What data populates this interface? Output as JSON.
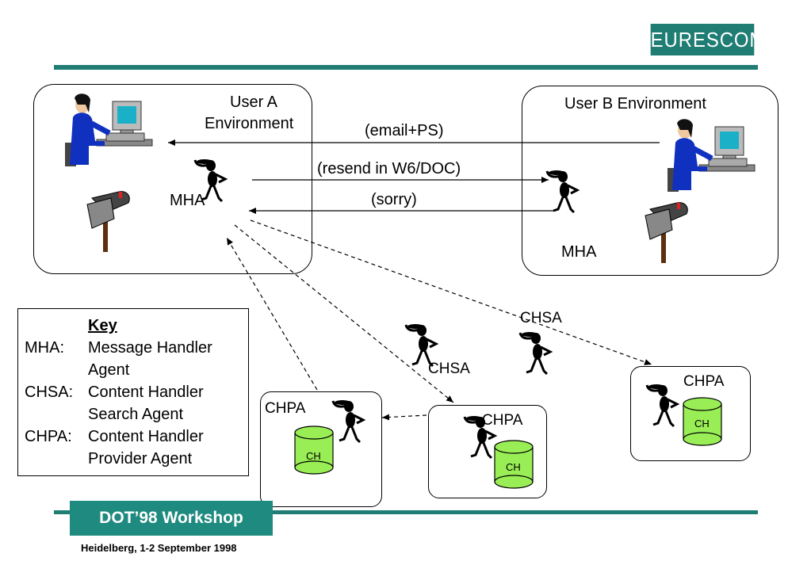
{
  "header": {
    "logo_text": "EURESCOM"
  },
  "user_a": {
    "label_line1": "User A",
    "label_line2": "Environment",
    "agent": "MHA"
  },
  "user_b": {
    "label": "User B Environment",
    "agent": "MHA"
  },
  "messages": {
    "email_ps": "(email+PS)",
    "resend": "(resend in W6/DOC)",
    "sorry": "(sorry)"
  },
  "agents": {
    "chsa_top": "CHSA",
    "chsa_mid": "CHSA"
  },
  "chpa_boxes": [
    {
      "label": "CHPA",
      "store": "CH"
    },
    {
      "label": "CHPA",
      "store": "CH"
    },
    {
      "label": "CHPA",
      "store": "CH"
    }
  ],
  "key": {
    "title": "Key",
    "rows": [
      {
        "abbr": "MHA:",
        "line1": "Message Handler",
        "line2": "Agent"
      },
      {
        "abbr": "CHSA:",
        "line1": "Content Handler",
        "line2": "Search Agent"
      },
      {
        "abbr": "CHPA:",
        "line1": "Content Handler",
        "line2": "Provider Agent"
      }
    ]
  },
  "footer": {
    "workshop": "DOT’98 Workshop",
    "date": "Heidelberg, 1-2 September 1998"
  },
  "colors": {
    "brand_teal": "#1f7d74",
    "cylinder_green": "#99ee55",
    "user_blue": "#1030c0"
  },
  "icons": [
    "user-at-computer-icon",
    "mailbox-icon",
    "agent-figure-icon"
  ]
}
